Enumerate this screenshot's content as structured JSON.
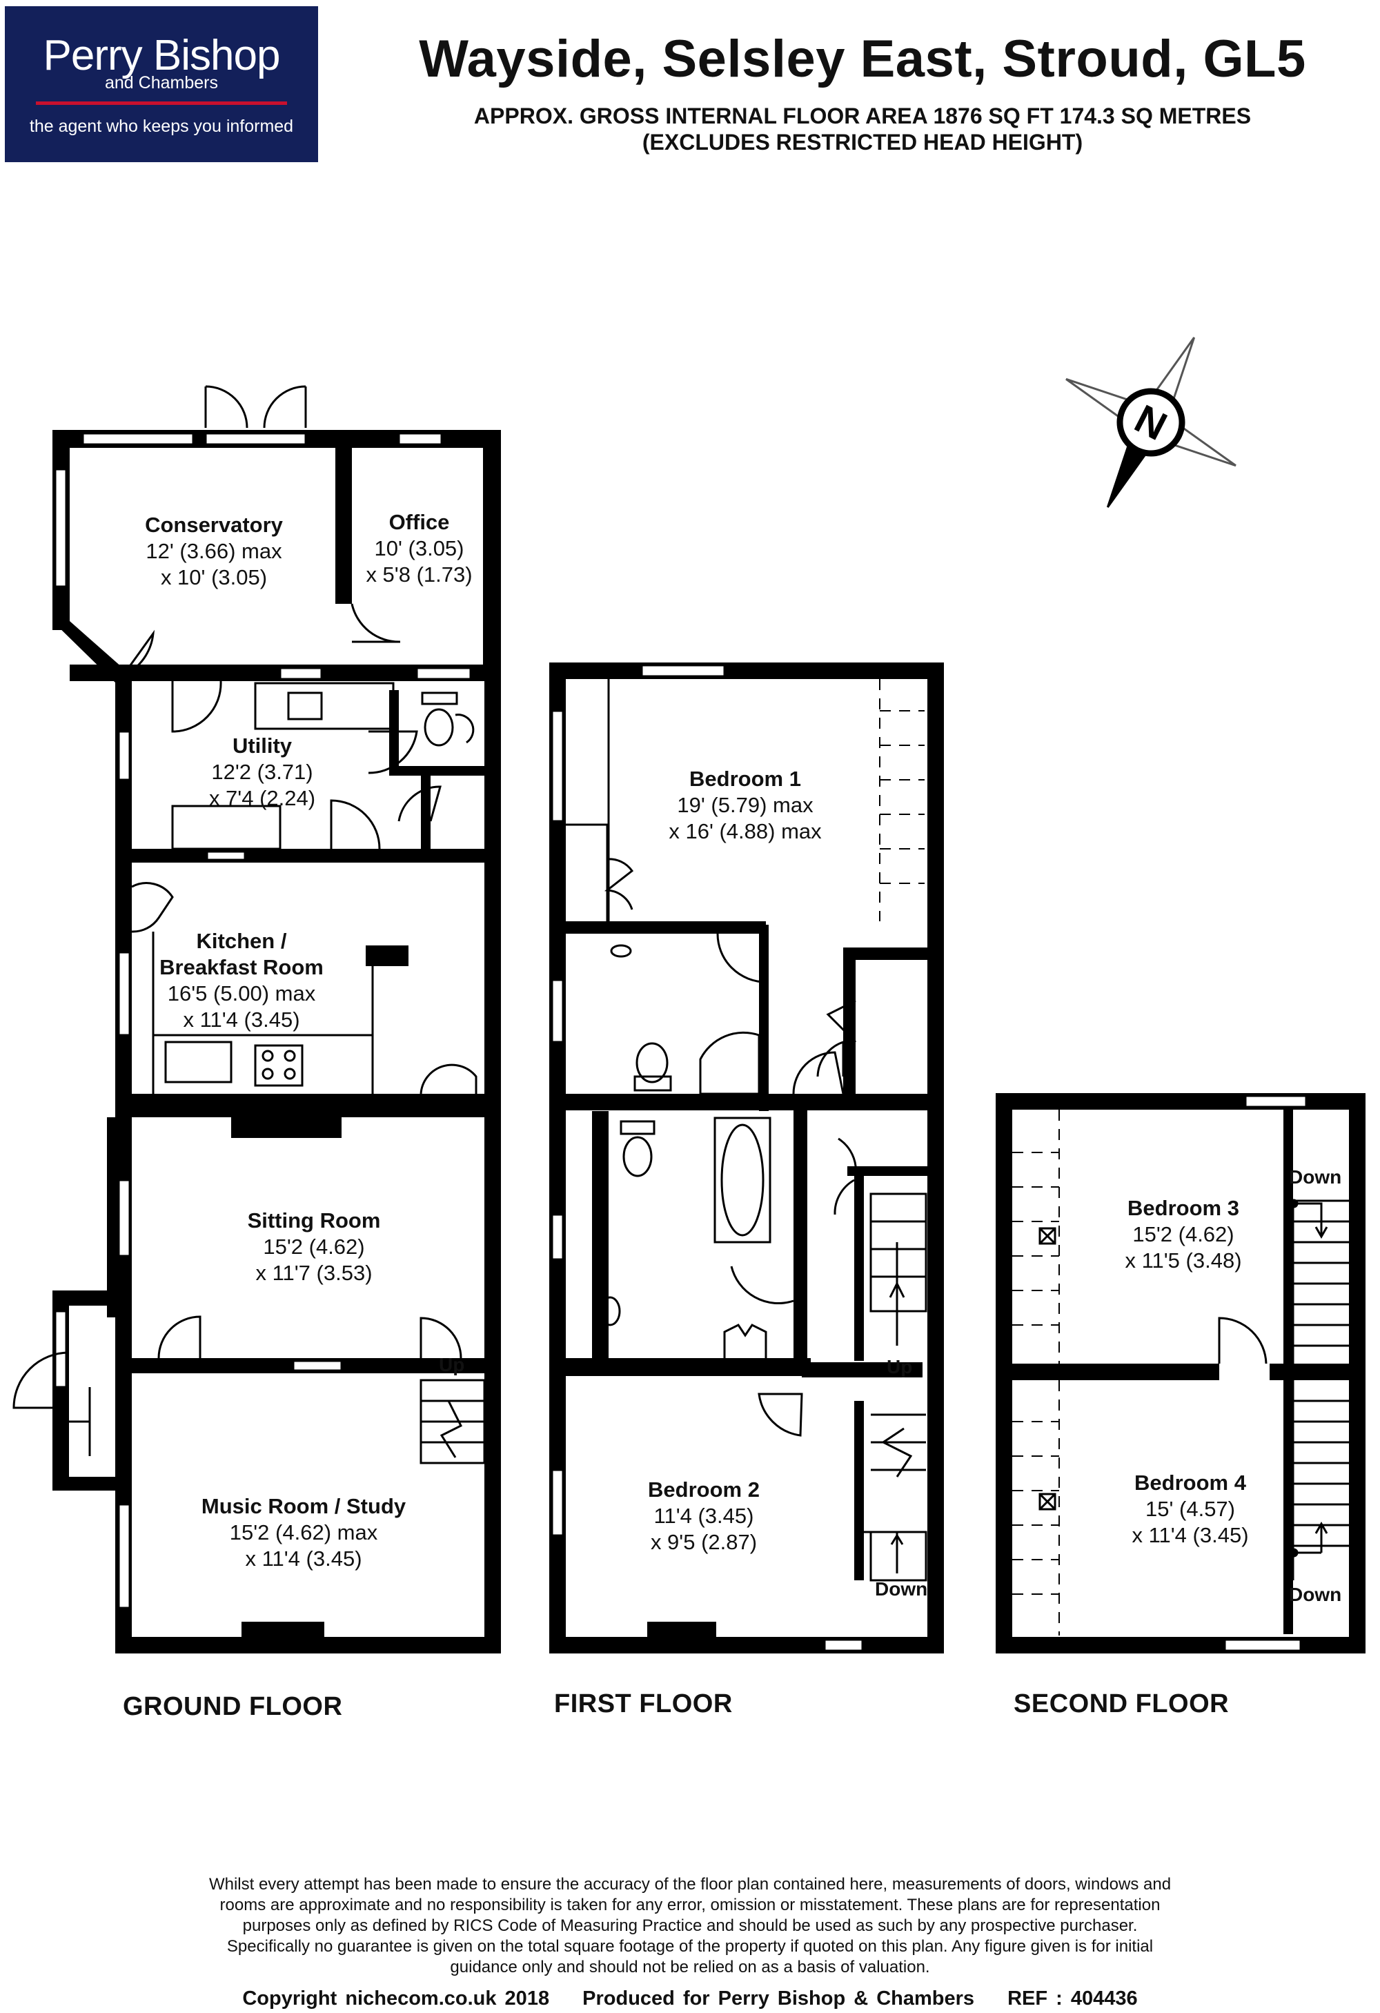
{
  "logo": {
    "brand": "Perry Bishop",
    "sub": "and Chambers",
    "tagline": "the agent who keeps you informed"
  },
  "header": {
    "title": "Wayside, Selsley East, Stroud, GL5",
    "area_line1": "APPROX. GROSS INTERNAL FLOOR AREA 1876 SQ FT 174.3 SQ METRES",
    "area_line2": "(EXCLUDES RESTRICTED HEAD HEIGHT)"
  },
  "compass": {
    "label": "N"
  },
  "floors": {
    "ground": {
      "label": "GROUND FLOOR",
      "rooms": [
        {
          "name": "Conservatory",
          "dim1": "12' (3.66) max",
          "dim2": "x 10' (3.05)"
        },
        {
          "name": "Office",
          "dim1": "10' (3.05)",
          "dim2": "x 5'8 (1.73)"
        },
        {
          "name": "Utility",
          "dim1": "12'2 (3.71)",
          "dim2": "x 7'4 (2.24)"
        },
        {
          "name": "Kitchen /",
          "name2": "Breakfast Room",
          "dim1": "16'5 (5.00) max",
          "dim2": "x 11'4 (3.45)"
        },
        {
          "name": "Sitting Room",
          "dim1": "15'2 (4.62)",
          "dim2": "x 11'7 (3.53)"
        },
        {
          "name": "Music Room / Study",
          "dim1": "15'2 (4.62) max",
          "dim2": "x 11'4 (3.45)"
        }
      ],
      "stairs": [
        "Up"
      ]
    },
    "first": {
      "label": "FIRST FLOOR",
      "rooms": [
        {
          "name": "Bedroom 1",
          "dim1": "19' (5.79) max",
          "dim2": "x 16' (4.88) max"
        },
        {
          "name": "Bedroom 2",
          "dim1": "11'4 (3.45)",
          "dim2": "x 9'5 (2.87)"
        }
      ],
      "stairs": [
        "Up",
        "Down"
      ]
    },
    "second": {
      "label": "SECOND FLOOR",
      "rooms": [
        {
          "name": "Bedroom 3",
          "dim1": "15'2 (4.62)",
          "dim2": "x 11'5 (3.48)"
        },
        {
          "name": "Bedroom 4",
          "dim1": "15' (4.57)",
          "dim2": "x 11'4 (3.45)"
        }
      ],
      "stairs": [
        "Down",
        "Down"
      ]
    }
  },
  "disclaimer": [
    "Whilst every attempt has been made to ensure the accuracy of the floor plan contained here, measurements of doors, windows and",
    "rooms are approximate and no responsibility is taken for any error, omission or misstatement. These plans are for representation",
    "purposes only as defined by RICS Code of Measuring Practice and should be used as such by any prospective purchaser.",
    "Specifically no guarantee is given on the total square footage of the property if quoted on this plan. Any figure given is for initial",
    "guidance only and should not be relied on as a basis of valuation."
  ],
  "footer": {
    "copyright": "Copyright nichecom.co.uk 2018",
    "produced": "Produced for Perry Bishop & Chambers",
    "ref": "REF :  404436"
  },
  "colors": {
    "logo_bg": "#13205a",
    "logo_rule": "#c8102e",
    "wall": "#000000"
  }
}
